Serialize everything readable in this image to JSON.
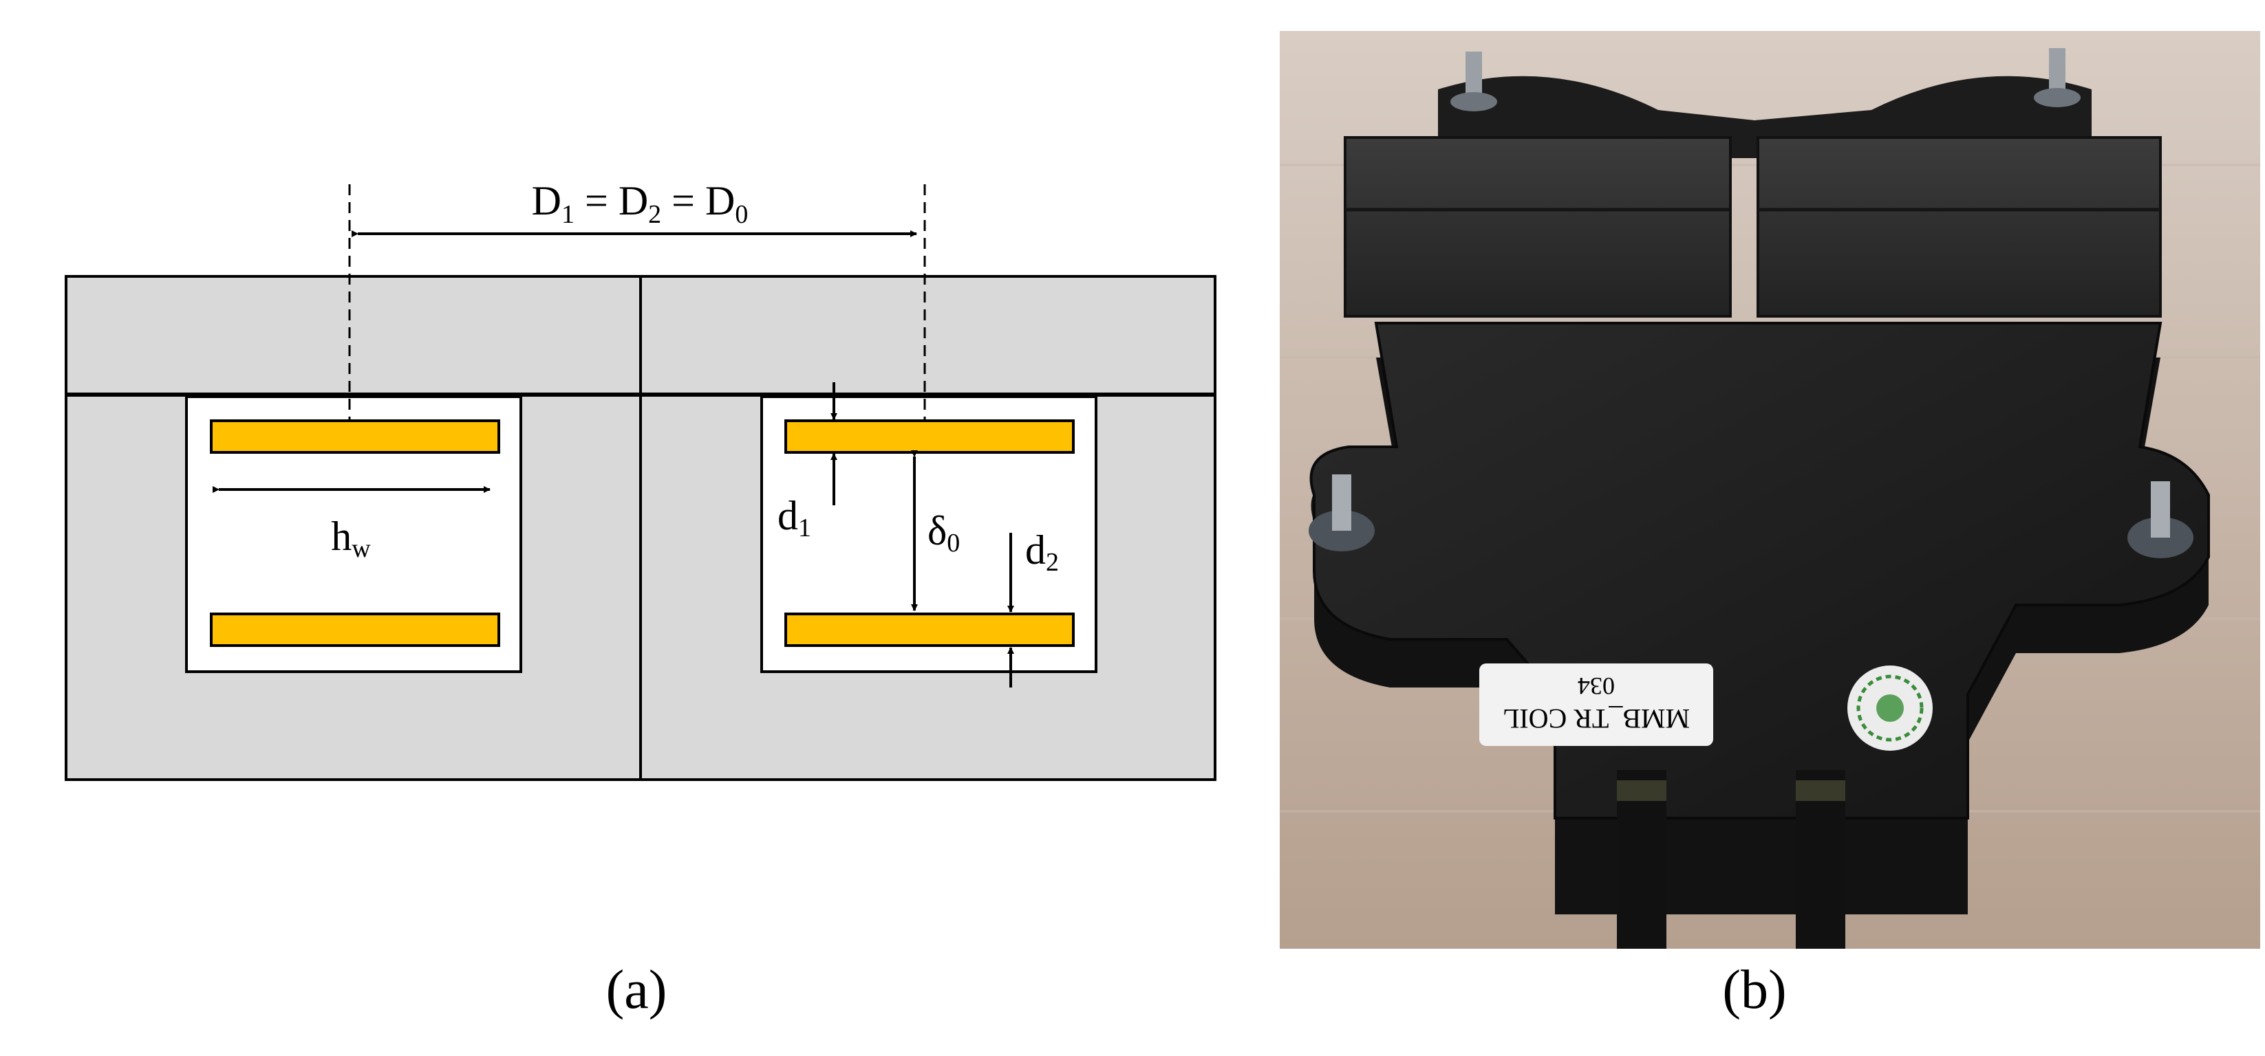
{
  "panel_a": {
    "label_D": {
      "D": "D",
      "s1": "1",
      "eq1": " = ",
      "D2": "D",
      "s2": "2",
      "eq2": " = ",
      "D0": "D",
      "s0": "0"
    },
    "label_hw": {
      "base": "h",
      "sub": "w"
    },
    "label_d1": {
      "base": "d",
      "sub": "1"
    },
    "label_delta0": {
      "base": "δ",
      "sub": "0"
    },
    "label_d2": {
      "base": "d",
      "sub": "2"
    },
    "caption": "(a)"
  },
  "panel_b": {
    "coil_label_line1": "MMB_TR COIL",
    "coil_label_line2": "034",
    "caption": "(b)"
  },
  "colors": {
    "core_fill": "#d9d9d9",
    "winding_fill": "#ffc000",
    "outline": "#000000"
  }
}
